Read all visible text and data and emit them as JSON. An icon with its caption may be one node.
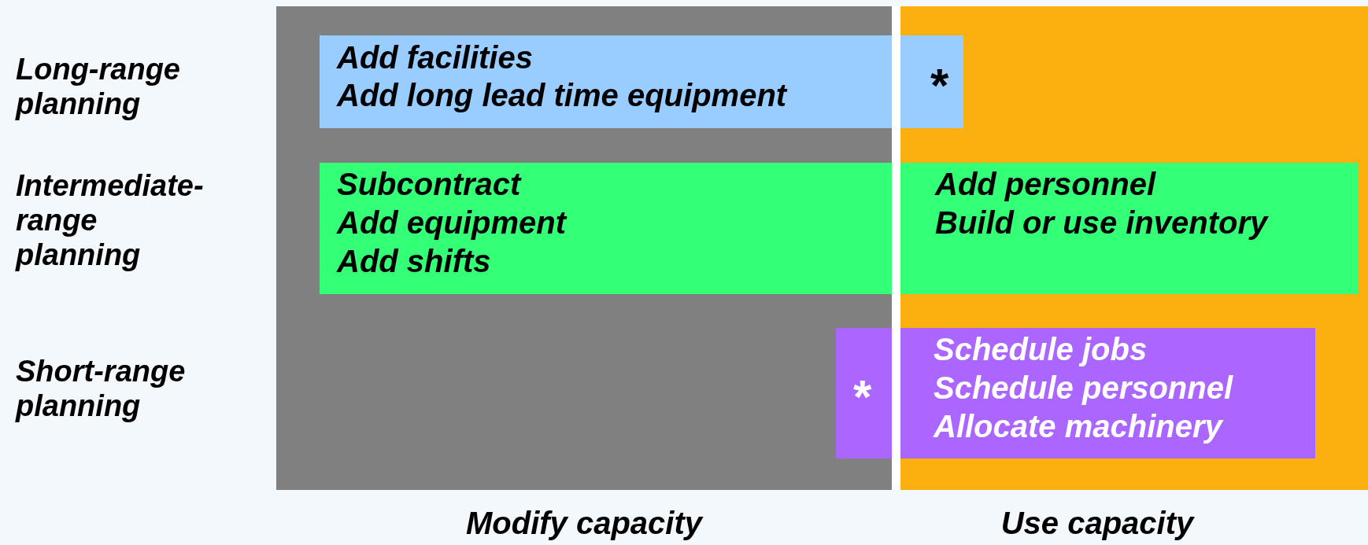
{
  "diagram": {
    "nodes": [
      {
        "text": [
          "Modify capacity"
        ]
      },
      {
        "text": [
          "Use capacity"
        ]
      },
      {
        "text": [
          "Add facilities",
          "Add long lead time equipment",
          "*"
        ]
      },
      {
        "text": [
          "Subcontract",
          "Add equipment",
          "Add shifts",
          "Add personnel",
          "Build or use inventory"
        ]
      },
      {
        "text": [
          "*",
          "Schedule jobs",
          "Schedule personnel",
          "Allocate machinery"
        ]
      }
    ],
    "edges": [],
    "labels": [
      "Long-range planning",
      "Intermediate-range planning",
      "Short-range planning"
    ]
  }
}
